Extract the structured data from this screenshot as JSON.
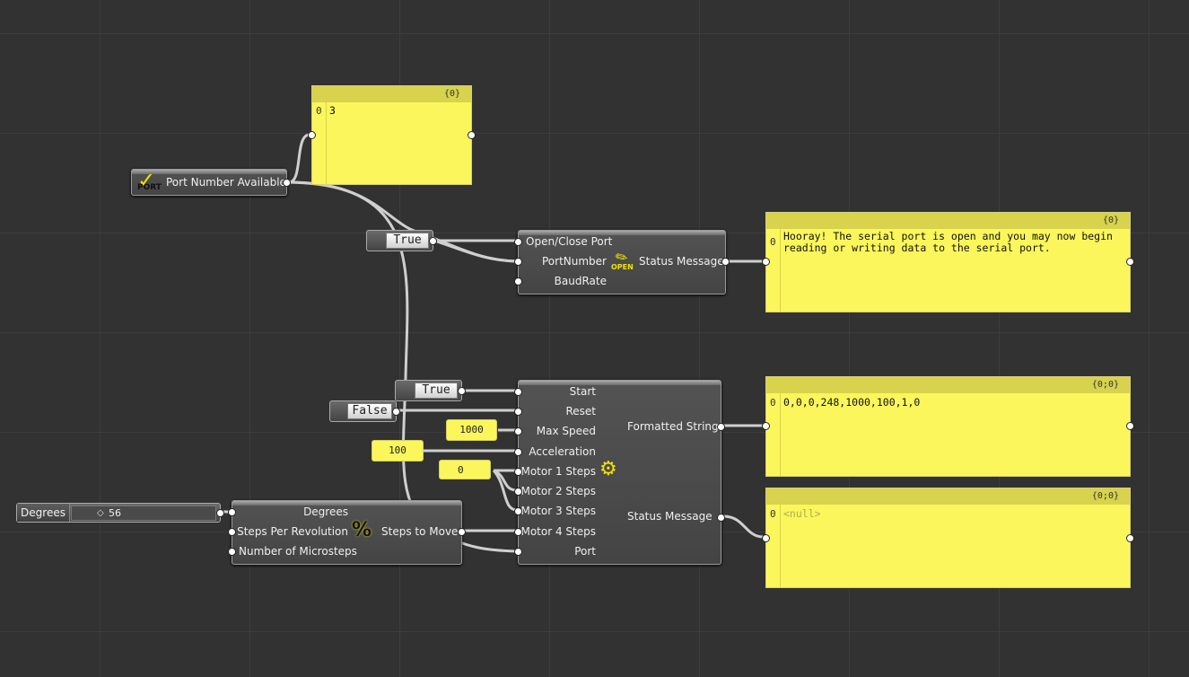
{
  "port_component": {
    "label": "Port Number Available",
    "icon_text": "PORT"
  },
  "panel_port": {
    "path": "{0}",
    "index": "0",
    "text": "3"
  },
  "toggle_top": {
    "value": "True"
  },
  "open_component": {
    "inputs": [
      "Open/Close Port",
      "PortNumber",
      "BaudRate"
    ],
    "output": "Status Message",
    "icon_text": "OPEN"
  },
  "panel_status": {
    "path": "{0}",
    "index": "0",
    "text": "Hooray! The serial port is open and you may now begin reading or writing data to the serial port."
  },
  "toggle_start": {
    "value": "True"
  },
  "toggle_reset": {
    "value": "False"
  },
  "num_max_speed": {
    "value": "1000"
  },
  "num_acceleration": {
    "value": "100"
  },
  "num_motor1": {
    "value": "0"
  },
  "motor_component": {
    "inputs": [
      "Start",
      "Reset",
      "Max Speed",
      "Acceleration",
      "Motor 1 Steps",
      "Motor 2 Steps",
      "Motor 3 Steps",
      "Motor 4 Steps",
      "Port"
    ],
    "outputs": [
      "Formatted String",
      "Status Message"
    ]
  },
  "panel_formatted": {
    "path": "{0;0}",
    "index": "0",
    "text": "0,0,0,248,1000,100,1,0"
  },
  "panel_motor_status": {
    "path": "{0;0}",
    "index": "0",
    "text": "<null>"
  },
  "slider": {
    "label": "Degrees",
    "value": "56"
  },
  "steps_component": {
    "inputs": [
      "Degrees",
      "Steps Per Revolution",
      "Number of Microsteps"
    ],
    "output": "Steps to Move"
  },
  "colors": {
    "panel": "#fbf65b",
    "panel_header": "#d8d24c",
    "canvas": "#323232"
  }
}
